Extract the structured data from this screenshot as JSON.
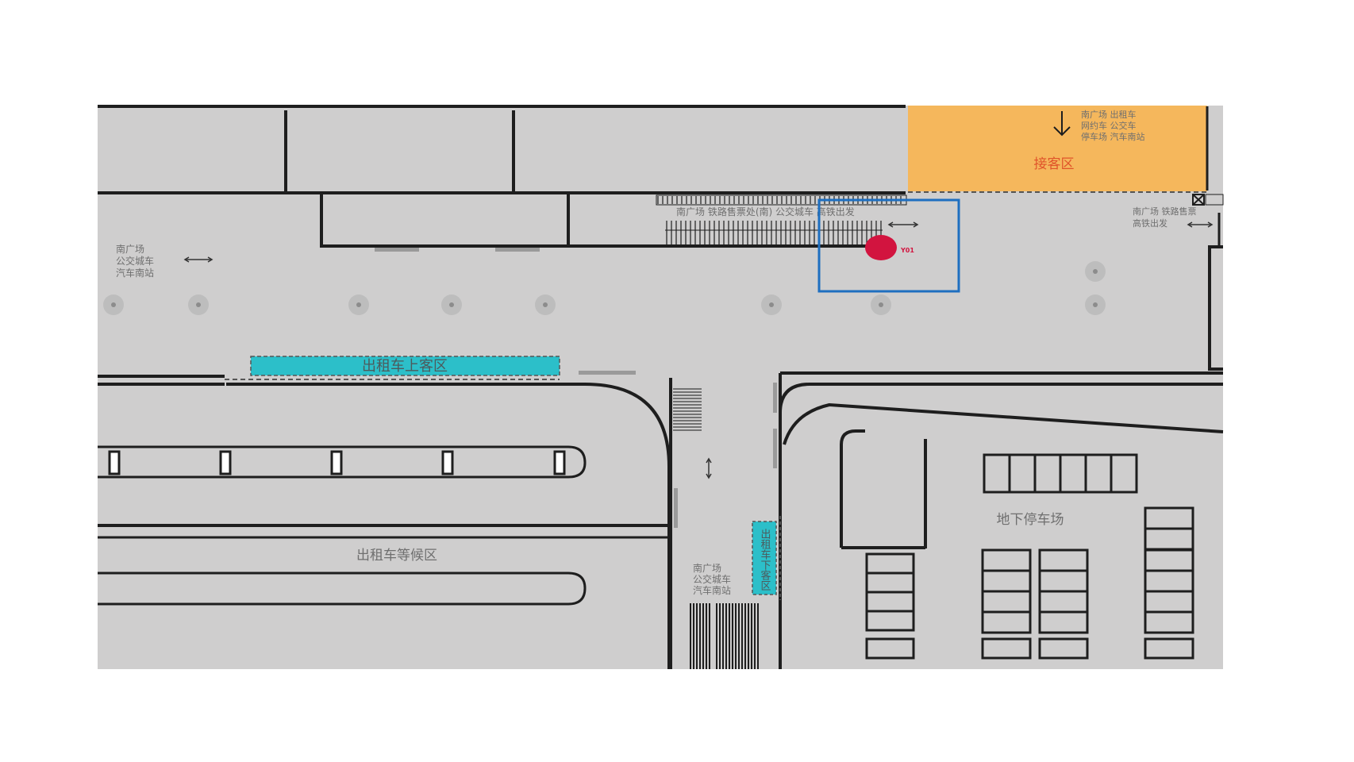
{
  "map": {
    "colors": {
      "ground": "#cfcece",
      "wall": "#1e1e1e",
      "pickup_zone": "#f5b75c",
      "pickup_text": "#e0542a",
      "taxi_zone": "#2cbfc9",
      "marker": "#d2143f",
      "highlight_box": "#1e6fc0",
      "label": "#6f6f6f"
    },
    "pickup_area": {
      "title": "接客区",
      "directions": [
        "南广场 出租车",
        "网约车 公交车",
        "停车场 汽车南站"
      ],
      "arrow_icon": "arrow-down-icon"
    },
    "labels": {
      "left_group": [
        "南广场",
        "公交城车",
        "汽车南站"
      ],
      "top_middle_row": "南广场  铁路售票处(南)  公交城车  高铁出发",
      "right_group": [
        "南广场 铁路售票",
        "高铁出发"
      ],
      "bottom_center_group": [
        "南广场",
        "公交城车",
        "汽车南站"
      ],
      "taxi_boarding": "出租车上客区",
      "taxi_dropoff": "出租车下客区",
      "taxi_waiting": "出租车等候区",
      "underground_parking": "地下停车场"
    },
    "marker": {
      "code": "Y01",
      "icon": "location-dot-icon"
    }
  }
}
